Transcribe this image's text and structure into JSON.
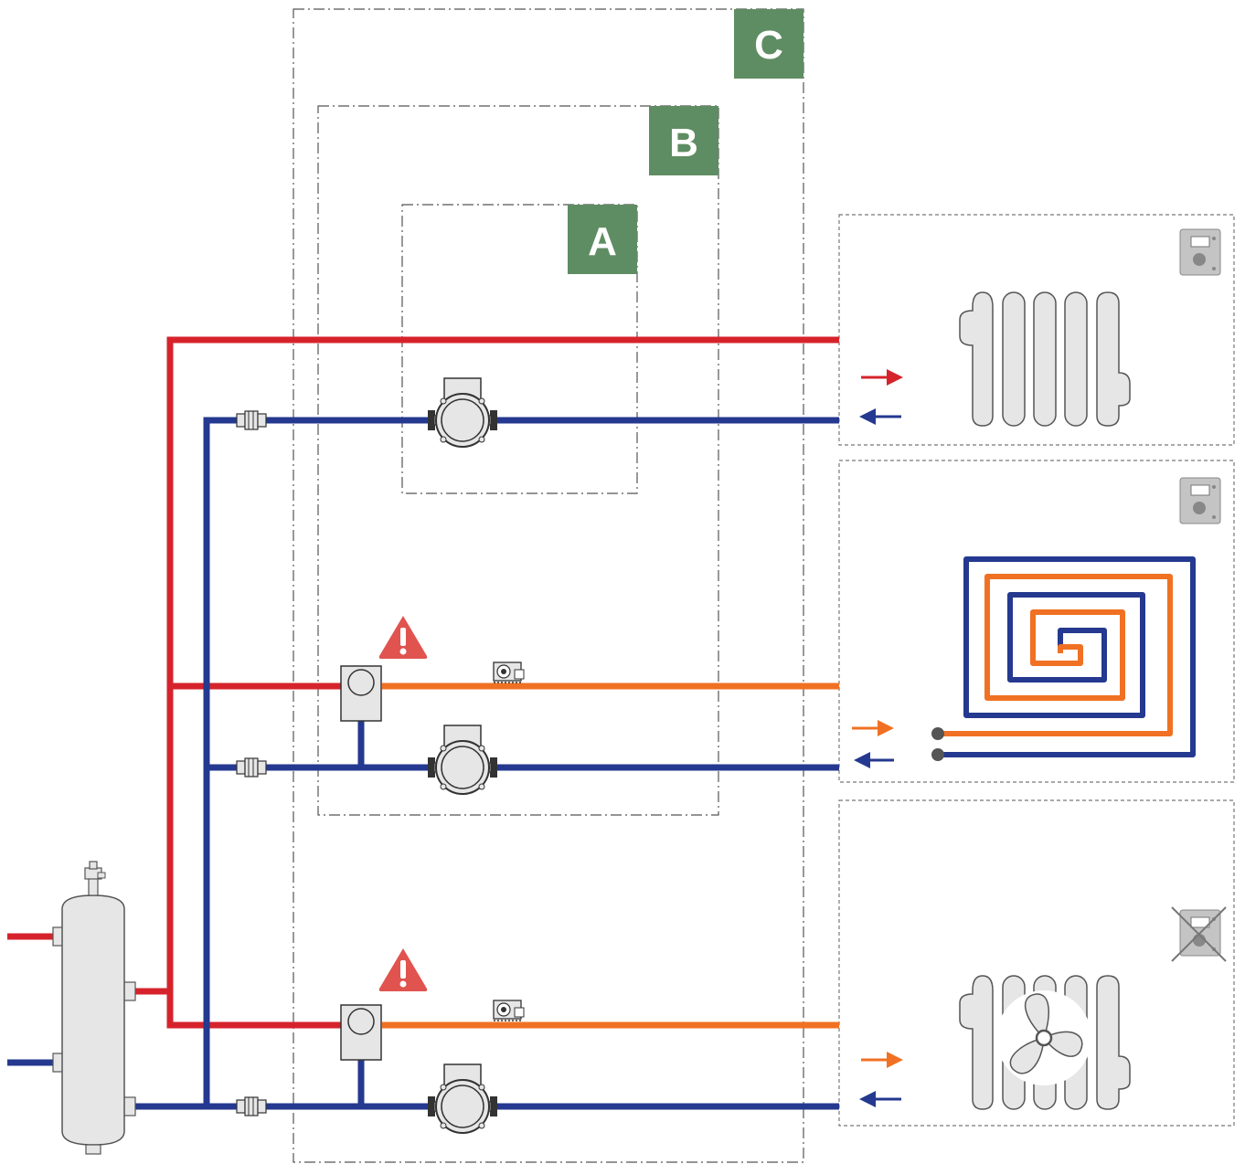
{
  "zones": [
    {
      "id": "A",
      "label": "A"
    },
    {
      "id": "B",
      "label": "B"
    },
    {
      "id": "C",
      "label": "C"
    }
  ],
  "colors": {
    "supply_hot": "#d6232b",
    "return": "#24398f",
    "mixed_supply": "#f07123",
    "zone_badge": "#5f8d63",
    "warning": "#e0534e",
    "component_fill": "#e6e6e6",
    "component_stroke": "#333333",
    "boundary": "#555555"
  },
  "icons": {
    "pump": "circulation-pump-icon",
    "mixing_valve": "three-way-mixing-valve-icon",
    "actuator": "valve-actuator-icon",
    "check_valve": "check-valve-icon",
    "warning": "warning-triangle-icon",
    "thermostat": "room-thermostat-icon",
    "radiator": "radiator-icon",
    "floor_heating": "underfloor-heating-coil-icon",
    "fan_coil": "fan-coil-unit-icon",
    "hydraulic_separator": "hydraulic-separator-icon"
  },
  "circuits": [
    {
      "id": "radiator-circuit",
      "emitter": "radiator",
      "thermostat_disabled": false
    },
    {
      "id": "floor-heating-circuit",
      "emitter": "floor_heating",
      "thermostat_disabled": false
    },
    {
      "id": "fan-coil-circuit",
      "emitter": "fan_coil",
      "thermostat_disabled": true
    }
  ]
}
